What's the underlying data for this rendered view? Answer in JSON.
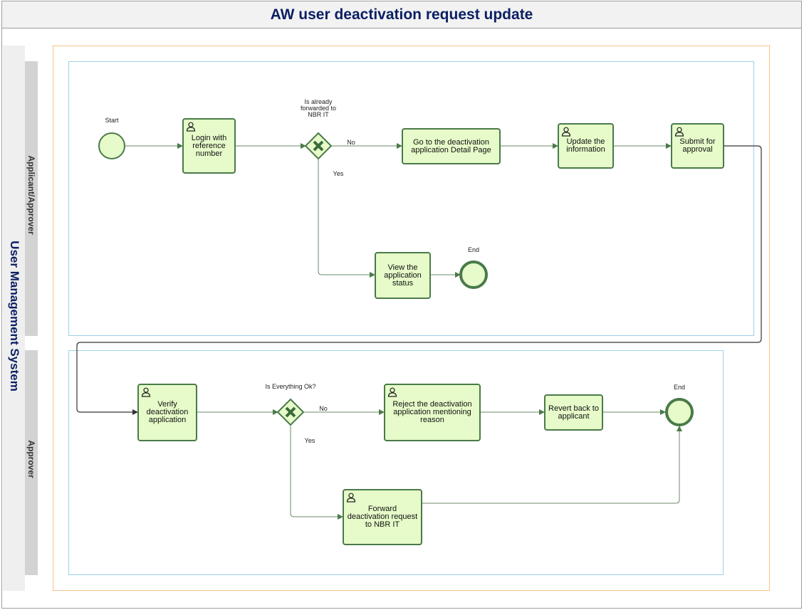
{
  "title": "AW user deactivation request update",
  "pool": {
    "label": "User Management System"
  },
  "lanes": [
    {
      "label": "Applicant/Approver"
    },
    {
      "label": "Approver"
    }
  ],
  "events": {
    "start1": {
      "label": "Start"
    },
    "end1": {
      "label": "End"
    },
    "end2": {
      "label": "End"
    }
  },
  "gateways": {
    "g1": {
      "label": "Is already forwarded to NBR IT",
      "yes": "Yes",
      "no": "No"
    },
    "g2": {
      "label": "Is Everything Ok?",
      "yes": "Yes",
      "no": "No"
    }
  },
  "tasks": {
    "login": "Login with reference number",
    "goto": "Go to the deactivation application Detail Page",
    "update": "Update the information",
    "submit": "Submit for approval",
    "view": "View the application status",
    "verify": "Verify deactivation application",
    "reject": "Reject the deactivation application mentioning reason",
    "revert": "Revert back to applicant",
    "forward": "Forward deactivation request to NBR IT"
  },
  "colors": {
    "task_fill": "#e6fbc9",
    "task_stroke": "#4a7a4a",
    "title_text": "#0b1f63",
    "lane_border": "#9fd0e8",
    "pool_border": "#f5c48a"
  }
}
